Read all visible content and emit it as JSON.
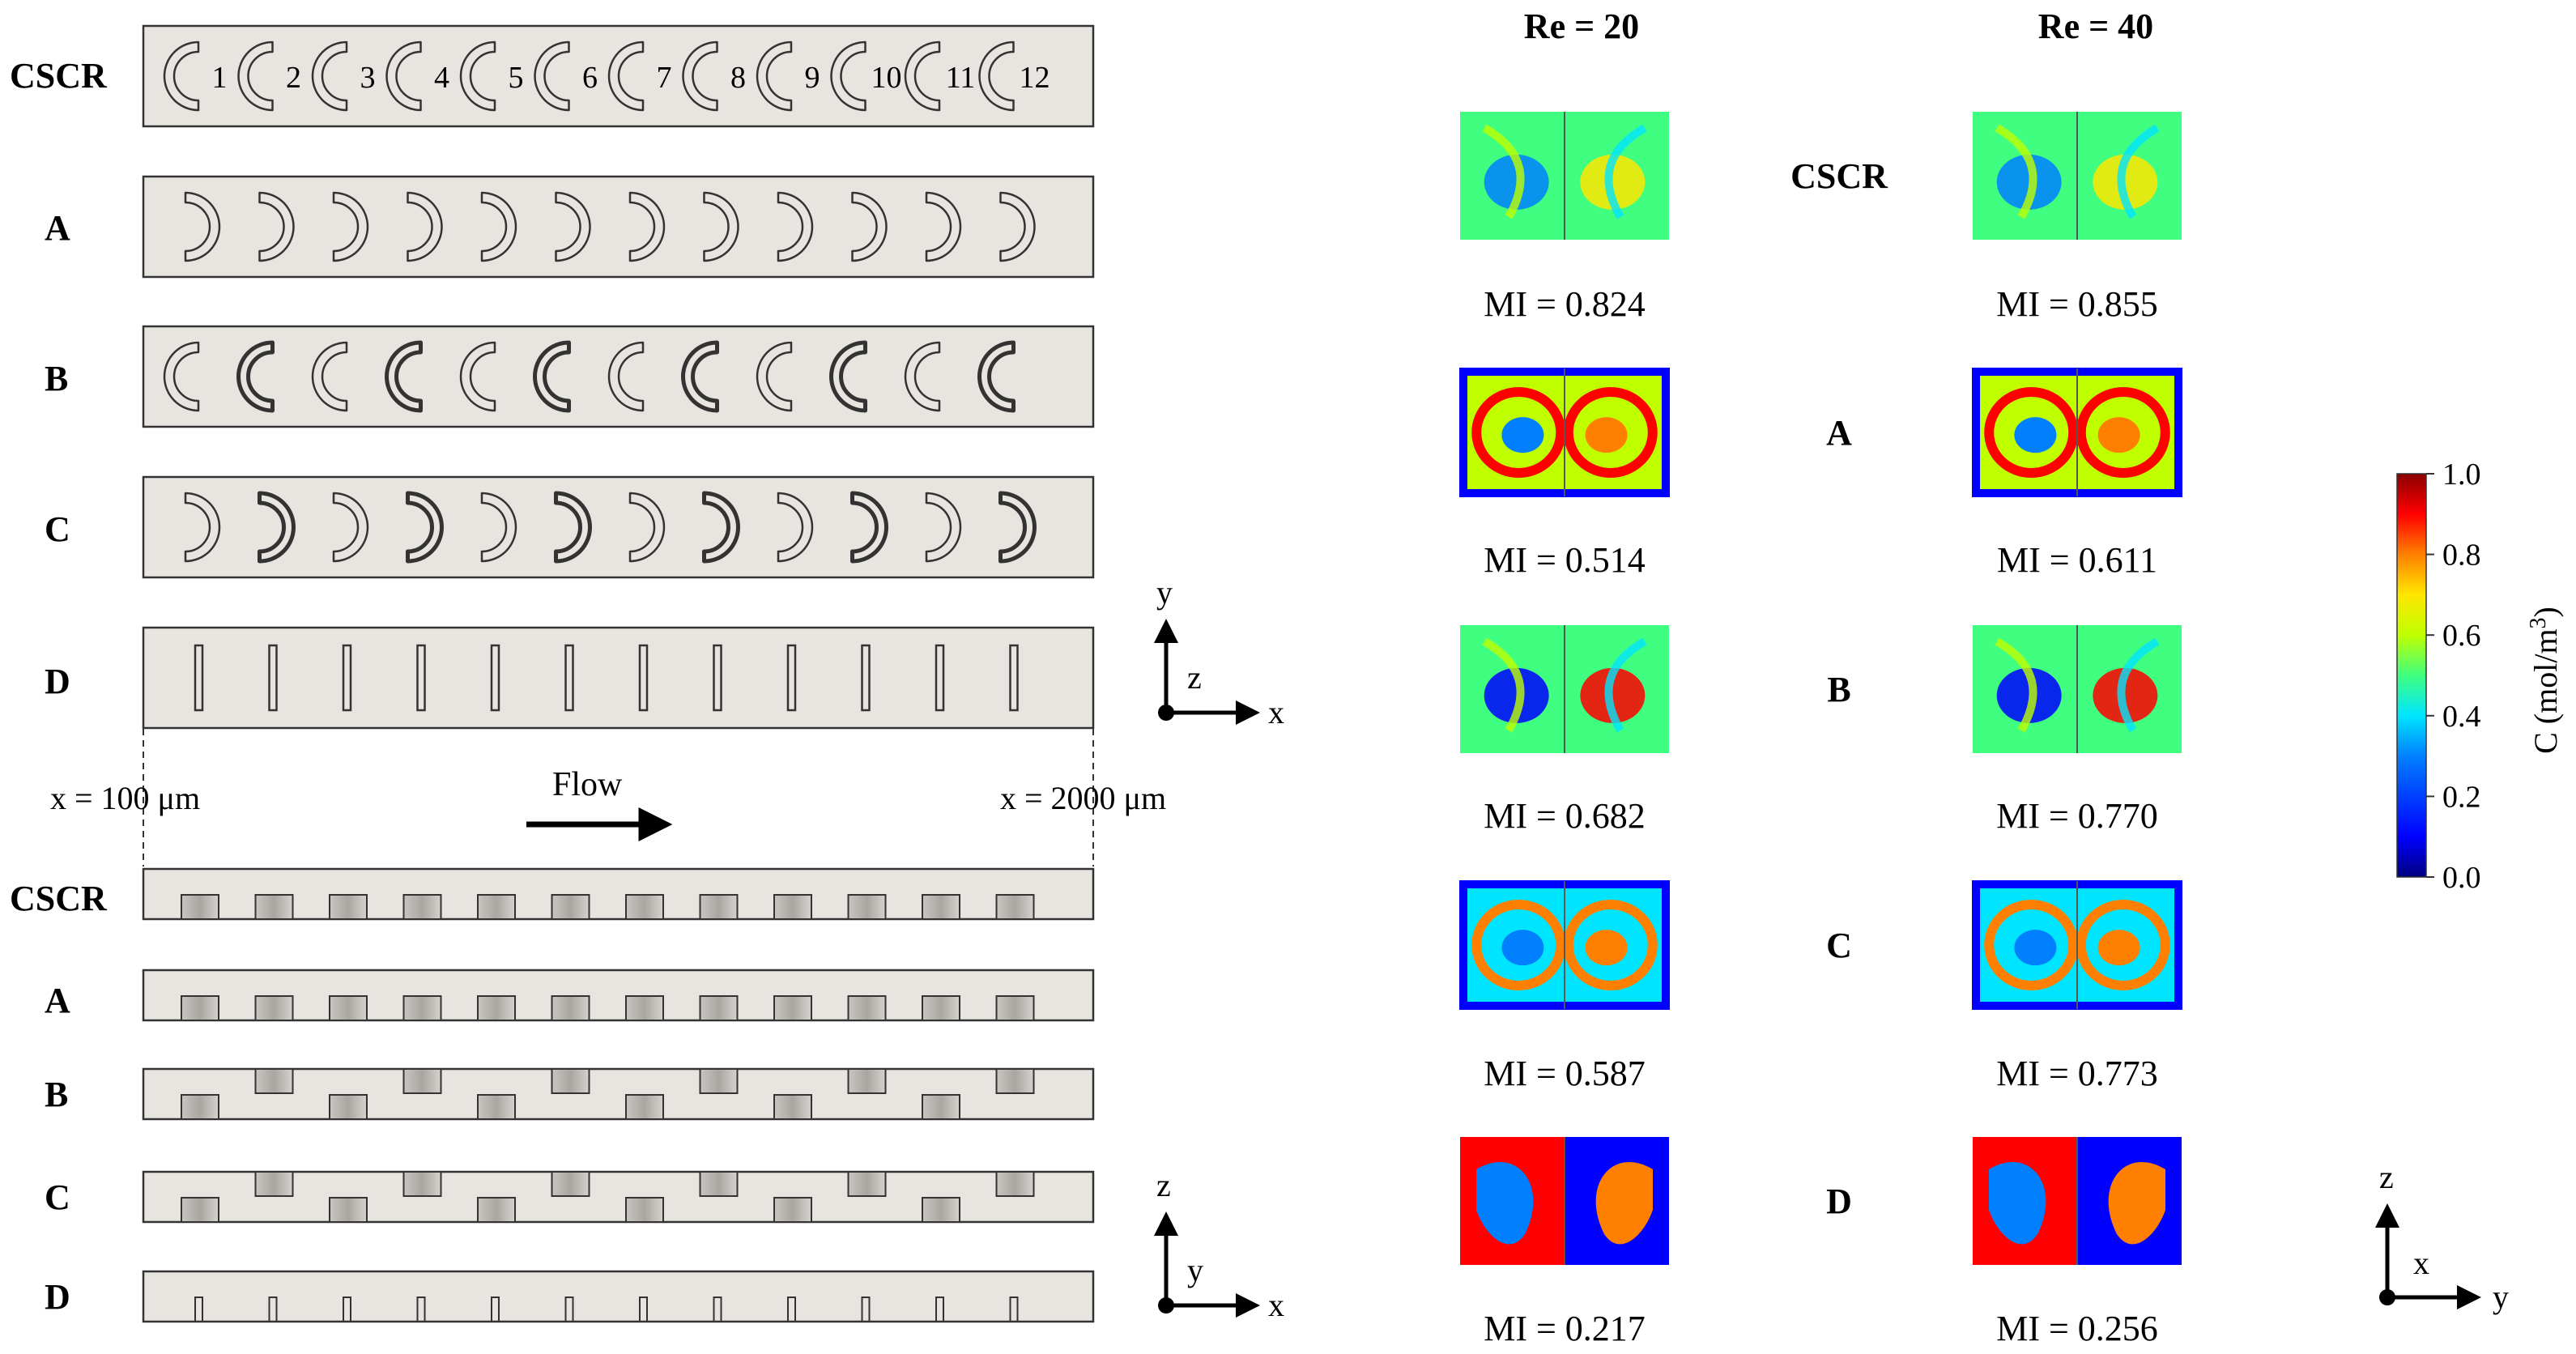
{
  "colors": {
    "channel": "#e8e4e0",
    "outline": "#333333",
    "colormap": [
      "#00007f",
      "#0000ff",
      "#0080ff",
      "#00e5ff",
      "#40ff80",
      "#bfff00",
      "#ffe600",
      "#ff8000",
      "#ff0000",
      "#8b0000"
    ]
  },
  "top_view": {
    "channels": [
      {
        "label": "CSCR",
        "orientation": "left-open",
        "alt_thick": false,
        "numbered": true
      },
      {
        "label": "A",
        "orientation": "right-open",
        "alt_thick": false,
        "numbered": false
      },
      {
        "label": "B",
        "orientation": "left-open",
        "alt_thick": true,
        "numbered": false
      },
      {
        "label": "C",
        "orientation": "right-open",
        "alt_thick": true,
        "numbered": false
      },
      {
        "label": "D",
        "orientation": "bar",
        "alt_thick": false,
        "numbered": false
      }
    ],
    "element_numbers": [
      "1",
      "2",
      "3",
      "4",
      "5",
      "6",
      "7",
      "8",
      "9",
      "10",
      "11",
      "12"
    ],
    "axes": {
      "up": "y",
      "right": "x",
      "out": "z"
    }
  },
  "range": {
    "start": "x = 100 μm",
    "end": "x = 2000 μm",
    "flow": "Flow"
  },
  "side_view": {
    "channels": [
      {
        "label": "CSCR",
        "pattern": "bottom"
      },
      {
        "label": "A",
        "pattern": "bottom"
      },
      {
        "label": "B",
        "pattern": "alternate"
      },
      {
        "label": "C",
        "pattern": "alternate"
      },
      {
        "label": "D",
        "pattern": "thin"
      }
    ],
    "axes": {
      "up": "z",
      "right": "x",
      "out": "y"
    }
  },
  "results": {
    "columns": [
      "Re = 20",
      "Re = 40"
    ],
    "rows": [
      {
        "label": "CSCR",
        "mi": [
          "MI = 0.824",
          "MI = 0.855"
        ]
      },
      {
        "label": "A",
        "mi": [
          "MI = 0.514",
          "MI = 0.611"
        ]
      },
      {
        "label": "B",
        "mi": [
          "MI = 0.682",
          "MI = 0.770"
        ]
      },
      {
        "label": "C",
        "mi": [
          "MI = 0.587",
          "MI = 0.773"
        ]
      },
      {
        "label": "D",
        "mi": [
          "MI = 0.217",
          "MI = 0.256"
        ]
      }
    ]
  },
  "colorbar": {
    "label": "C (mol/m",
    "superscript": "3",
    "label_end": ")",
    "ticks": [
      "1.0",
      "0.8",
      "0.6",
      "0.4",
      "0.2",
      "0.0"
    ]
  },
  "cross_section_axes": {
    "up": "z",
    "right": "y",
    "out": "x"
  }
}
